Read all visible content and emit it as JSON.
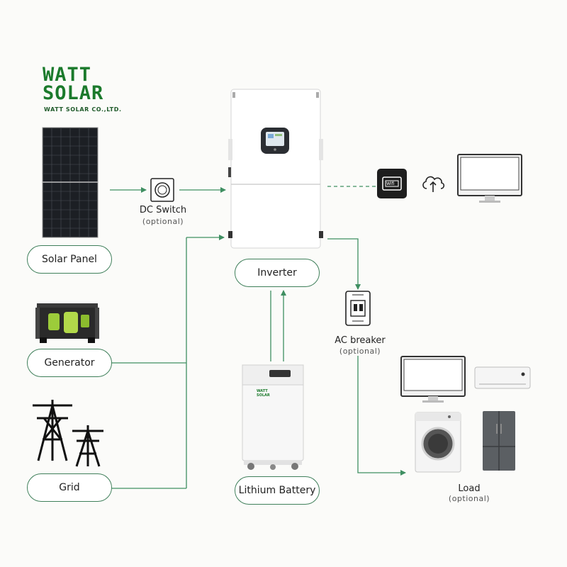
{
  "brand": {
    "logo_line1": "WATT",
    "logo_line2": "SOLAR",
    "company": "WATT SOLAR CO.,LTD.",
    "battery_badge": "WATT SOLAR"
  },
  "nodes": {
    "solar_panel": "Solar Panel",
    "generator": "Generator",
    "grid": "Grid",
    "inverter": "Inverter",
    "lithium_battery": "Lithium Battery"
  },
  "labels": {
    "dc_switch": "DC Switch",
    "dc_switch_note": "(optional)",
    "ac_breaker": "AC breaker",
    "ac_breaker_note": "(optional)",
    "load": "Load",
    "load_note": "(optional)",
    "wifi_module": "Wifi"
  },
  "colors": {
    "accent_line": "#3f8f62",
    "pill_border": "#3f7f5a",
    "brand_green": "#1b7a2c"
  }
}
